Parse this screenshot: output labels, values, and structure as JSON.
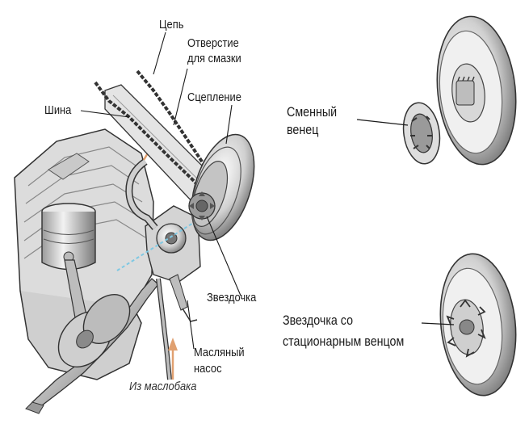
{
  "labels": {
    "chain": "Цепь",
    "oil_hole": [
      "Отверстие",
      "для смазки"
    ],
    "clutch": "Сцепление",
    "bar": "Шина",
    "sprocket": "Звездочка",
    "oil_pump": [
      "Масляный",
      "насос"
    ],
    "from_tank": "Из маслобака",
    "replaceable_rim": [
      "Сменный",
      "венец"
    ],
    "fixed_rim_sprocket": [
      "Звездочка со",
      "стационарным венцом"
    ]
  },
  "colors": {
    "line": "#1a1a1a",
    "metal_dark": "#6f6f6f",
    "metal_mid": "#a8a8a8",
    "metal_light": "#e6e6e6",
    "oil_line": "#7ec8e3",
    "oil_arrow": "#e0a070"
  }
}
